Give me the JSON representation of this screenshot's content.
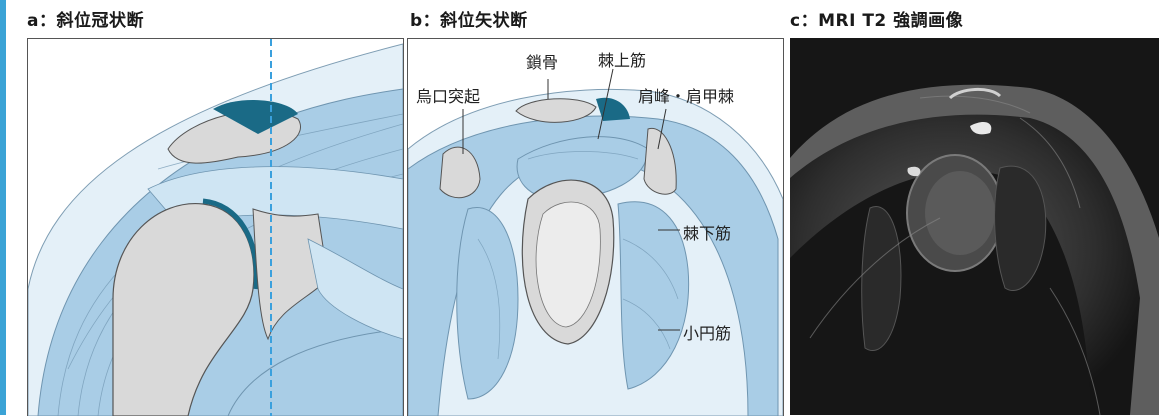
{
  "panels": {
    "a": {
      "title": "a：斜位冠状断"
    },
    "b": {
      "title": "b：斜位矢状断",
      "labels": {
        "clavicle": "鎖骨",
        "supraspinatus": "棘上筋",
        "coracoid": "烏口突起",
        "acromion": "肩峰・肩甲棘",
        "infraspinatus": "棘下筋",
        "teres_minor": "小円筋"
      }
    },
    "c": {
      "title": "c：MRI T2 強調画像"
    }
  },
  "colors": {
    "muscle": "#a9cde6",
    "muscle_light": "#cfe5f3",
    "bone": "#d9d9d9",
    "cartilage": "#1a6a86",
    "edge_bar": "#3ba3d6",
    "dashed_line": "#3aa0dd"
  }
}
